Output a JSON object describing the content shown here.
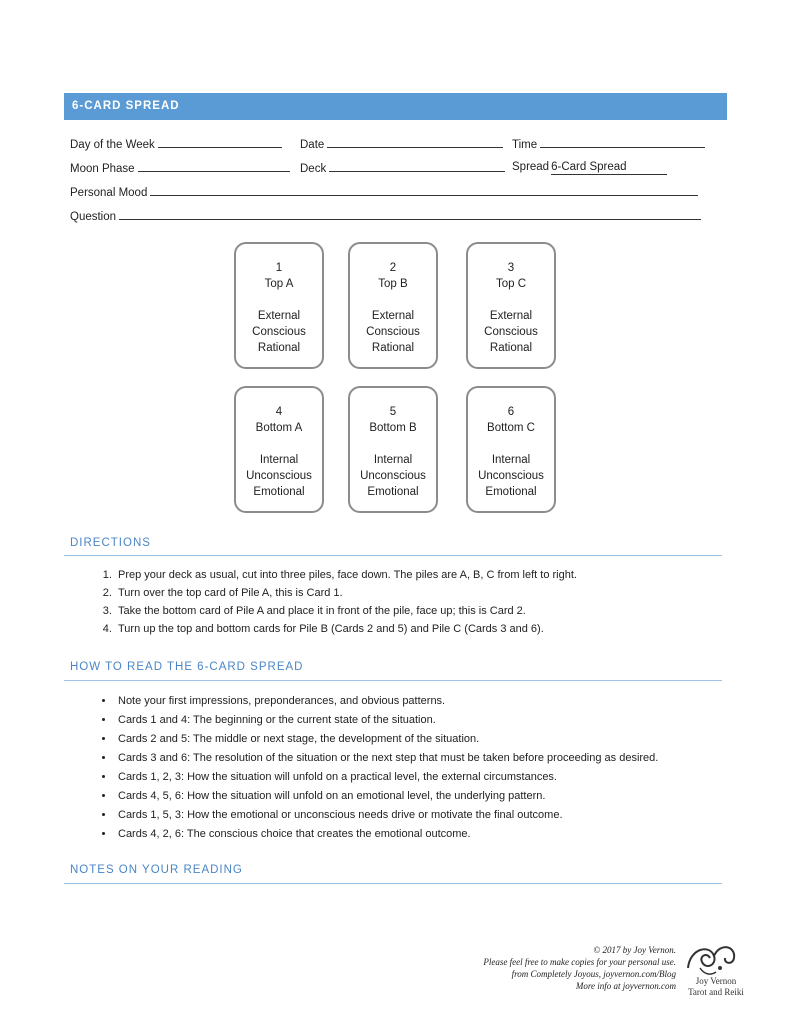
{
  "header": {
    "title": "6-CARD SPREAD"
  },
  "form": {
    "day_label": "Day of the Week",
    "date_label": "Date",
    "time_label": "Time",
    "moon_label": "Moon Phase",
    "deck_label": "Deck",
    "spread_label": "Spread",
    "spread_value": "6-Card Spread",
    "mood_label": "Personal Mood",
    "question_label": "Question"
  },
  "cards": [
    {
      "num": "1",
      "name": "Top A",
      "l1": "External",
      "l2": "Conscious",
      "l3": "Rational"
    },
    {
      "num": "2",
      "name": "Top B",
      "l1": "External",
      "l2": "Conscious",
      "l3": "Rational"
    },
    {
      "num": "3",
      "name": "Top C",
      "l1": "External",
      "l2": "Conscious",
      "l3": "Rational"
    },
    {
      "num": "4",
      "name": "Bottom A",
      "l1": "Internal",
      "l2": "Unconscious",
      "l3": "Emotional"
    },
    {
      "num": "5",
      "name": "Bottom B",
      "l1": "Internal",
      "l2": "Unconscious",
      "l3": "Emotional"
    },
    {
      "num": "6",
      "name": "Bottom C",
      "l1": "Internal",
      "l2": "Unconscious",
      "l3": "Emotional"
    }
  ],
  "directions": {
    "heading": "DIRECTIONS",
    "items": [
      "Prep your deck as usual, cut into three piles, face down. The piles are A, B, C from left to right.",
      "Turn over the top card of Pile A, this is Card 1.",
      "Take the bottom card of Pile A and place it in front of the pile, face up; this is Card 2.",
      "Turn up the top and bottom cards for Pile B (Cards 2 and 5) and Pile C (Cards 3 and 6)."
    ]
  },
  "how": {
    "heading": "HOW TO READ THE 6-CARD SPREAD",
    "items": [
      "Note your first impressions, preponderances, and obvious patterns.",
      "Cards 1 and 4: The beginning or the current state of the situation.",
      "Cards 2 and 5: The middle or next stage, the development of the situation.",
      "Cards 3 and 6: The resolution of the situation or the next step that must be taken before proceeding as desired.",
      "Cards 1, 2, 3: How the situation will unfold on a practical level, the external circumstances.",
      "Cards 4, 5, 6: How the situation will unfold on an emotional level, the underlying pattern.",
      "Cards 1, 5, 3: How the emotional or unconscious needs drive or motivate the final outcome.",
      "Cards 4, 2, 6: The conscious choice that creates the emotional outcome."
    ]
  },
  "notes": {
    "heading": "NOTES ON YOUR READING"
  },
  "footer": {
    "line1": "© 2017 by Joy Vernon.",
    "line2": "Please feel free to make copies for your personal use.",
    "line3": "from Completely Joyous, joyvernon.com/Blog",
    "line4": "More info at joyvernon.com"
  },
  "logo": {
    "line1": "Joy Vernon",
    "line2": "Tarot and Reiki"
  }
}
